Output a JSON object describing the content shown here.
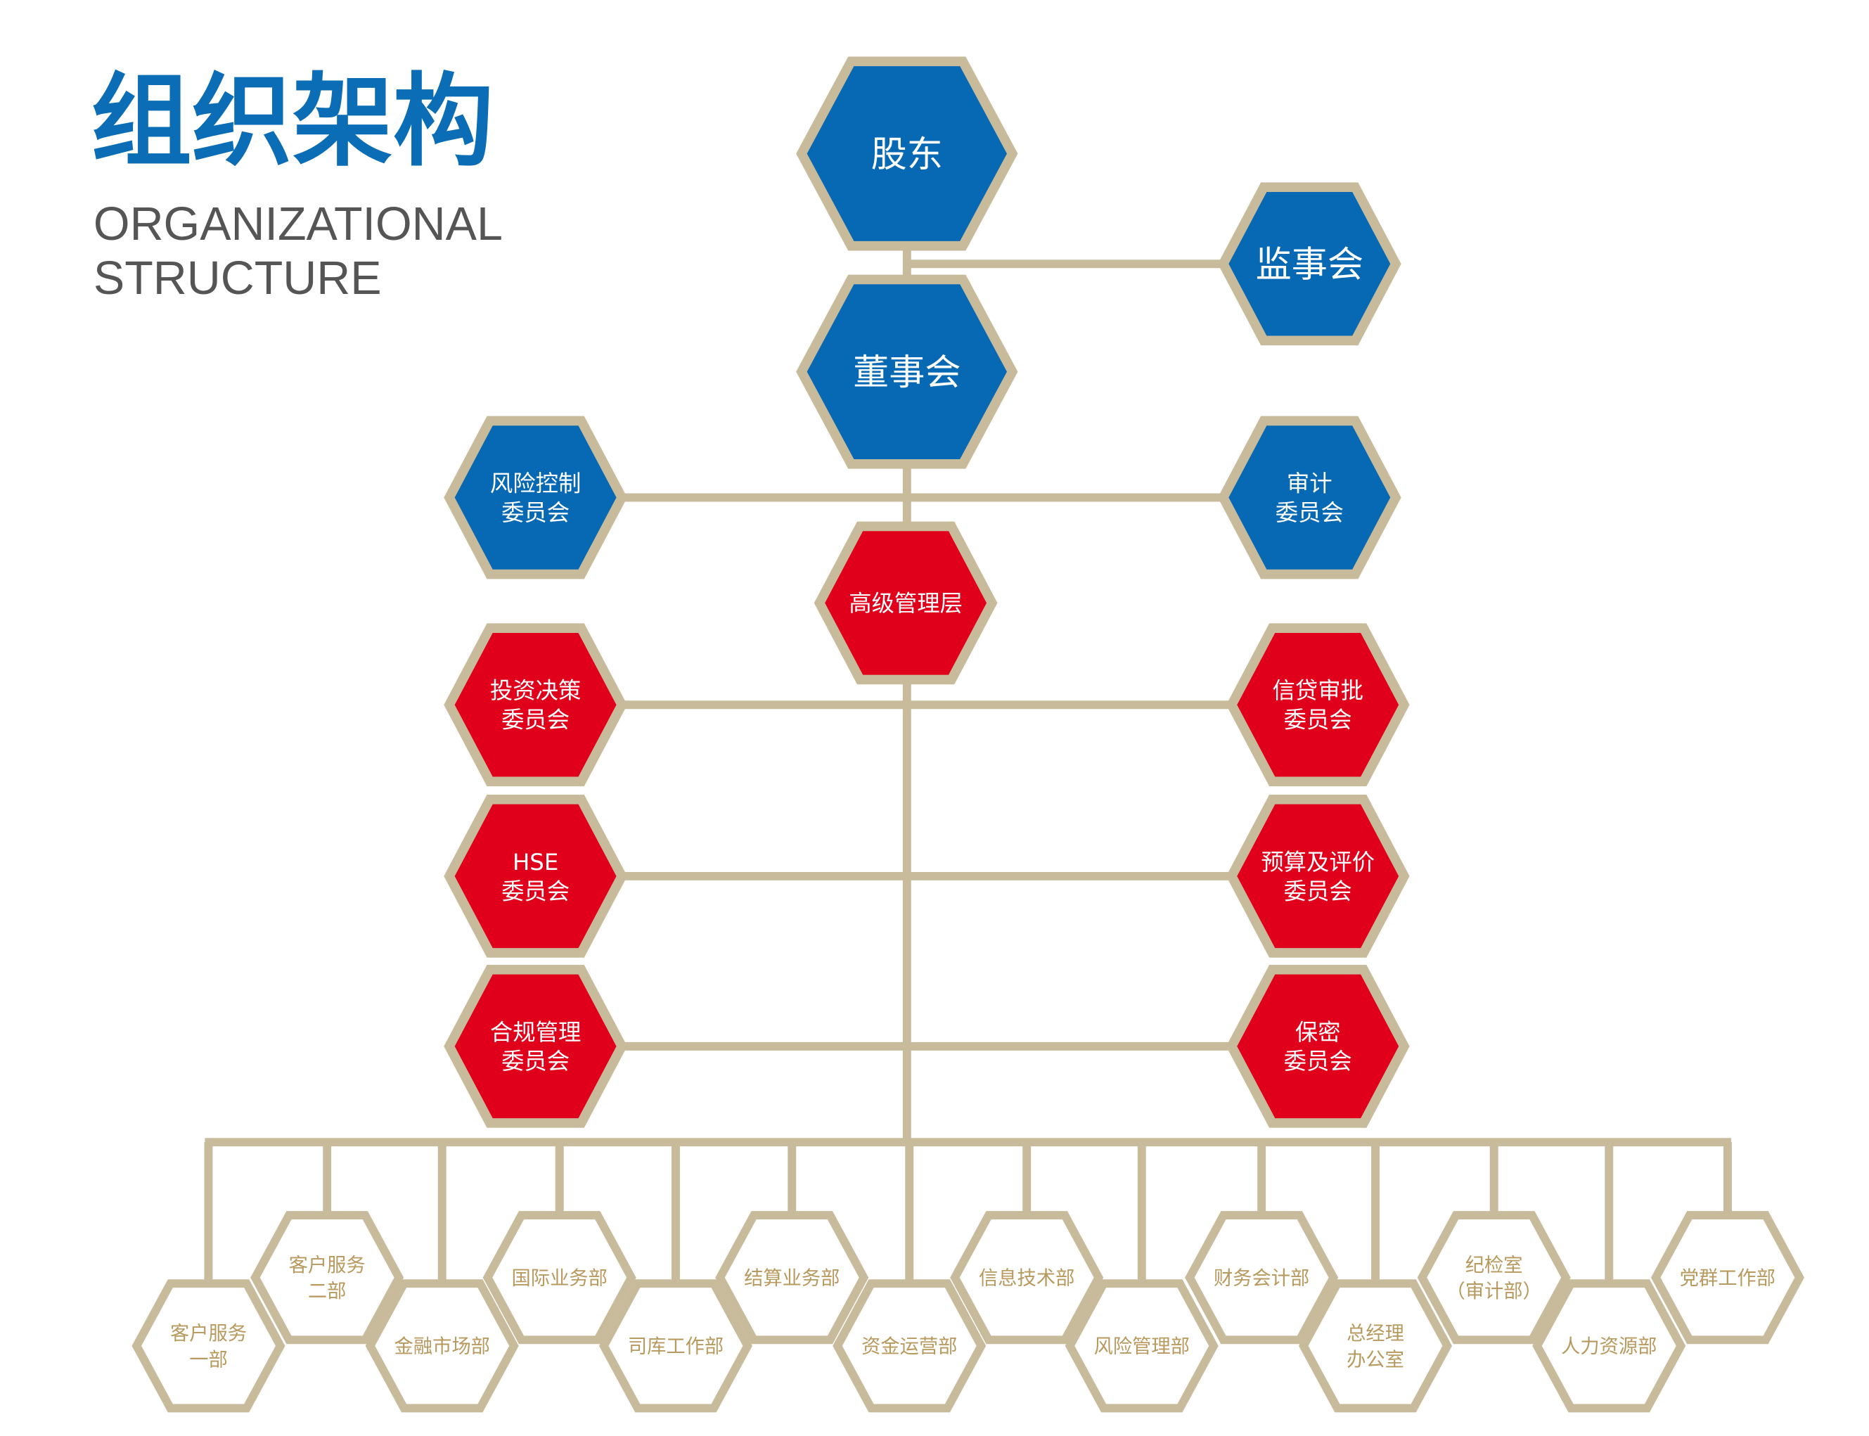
{
  "header": {
    "title_cn": "组织架构",
    "title_en_line1": "ORGANIZATIONAL",
    "title_en_line2": "STRUCTURE"
  },
  "colors": {
    "blue": "#0769b4",
    "red": "#e1001b",
    "border": "#c8bb9b",
    "department_text": "#b8995e",
    "white": "#ffffff"
  },
  "nodes": [
    {
      "id": "shareholders",
      "type": "blue",
      "lines": [
        "股东"
      ]
    },
    {
      "id": "supervisory-board",
      "type": "blue",
      "lines": [
        "监事会"
      ]
    },
    {
      "id": "board-of-directors",
      "type": "blue",
      "lines": [
        "董事会"
      ]
    },
    {
      "id": "risk-control-committee",
      "type": "blue",
      "lines": [
        "风险控制",
        "委员会"
      ]
    },
    {
      "id": "audit-committee",
      "type": "blue",
      "lines": [
        "审计",
        "委员会"
      ]
    },
    {
      "id": "senior-management",
      "type": "red",
      "lines": [
        "高级管理层"
      ]
    },
    {
      "id": "investment-decision-committee",
      "type": "red",
      "lines": [
        "投资决策",
        "委员会"
      ]
    },
    {
      "id": "credit-approval-committee",
      "type": "red",
      "lines": [
        "信贷审批",
        "委员会"
      ]
    },
    {
      "id": "hse-committee",
      "type": "red",
      "lines": [
        "HSE",
        "委员会"
      ]
    },
    {
      "id": "budget-evaluation-committee",
      "type": "red",
      "lines": [
        "预算及评价",
        "委员会"
      ]
    },
    {
      "id": "compliance-committee",
      "type": "red",
      "lines": [
        "合规管理",
        "委员会"
      ]
    },
    {
      "id": "confidentiality-committee",
      "type": "red",
      "lines": [
        "保密",
        "委员会"
      ]
    }
  ],
  "departments": [
    {
      "lines": [
        "客户服务",
        "一部"
      ]
    },
    {
      "lines": [
        "客户服务",
        "二部"
      ]
    },
    {
      "lines": [
        "金融市场部"
      ]
    },
    {
      "lines": [
        "国际业务部"
      ]
    },
    {
      "lines": [
        "司库工作部"
      ]
    },
    {
      "lines": [
        "结算业务部"
      ]
    },
    {
      "lines": [
        "资金运营部"
      ]
    },
    {
      "lines": [
        "信息技术部"
      ]
    },
    {
      "lines": [
        "风险管理部"
      ]
    },
    {
      "lines": [
        "财务会计部"
      ]
    },
    {
      "lines": [
        "总经理",
        "办公室"
      ]
    },
    {
      "lines": [
        "纪检室",
        "（审计部）"
      ]
    },
    {
      "lines": [
        "人力资源部"
      ]
    },
    {
      "lines": [
        "党群工作部"
      ]
    }
  ]
}
